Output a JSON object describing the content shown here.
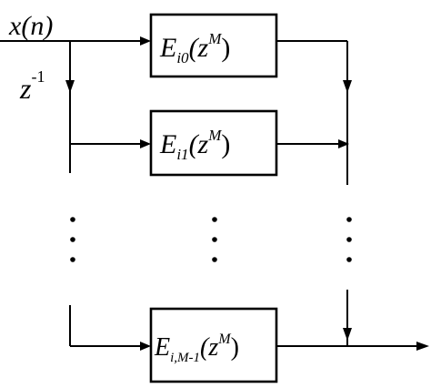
{
  "input_label": {
    "main": "x",
    "arg": "(n)"
  },
  "delay_label": {
    "base": "z",
    "exp": "-1"
  },
  "filters": [
    {
      "E": "E",
      "sub": "i0",
      "open": "(z",
      "sup": "M",
      "close": ")"
    },
    {
      "E": "E",
      "sub": "i1",
      "open": "(z",
      "sup": "M",
      "close": ")"
    },
    {
      "E": "E",
      "sub": "i,M-1",
      "open": "(z",
      "sup": "M",
      "close": ")"
    }
  ],
  "colors": {
    "line": "#000000",
    "background": "#ffffff"
  }
}
